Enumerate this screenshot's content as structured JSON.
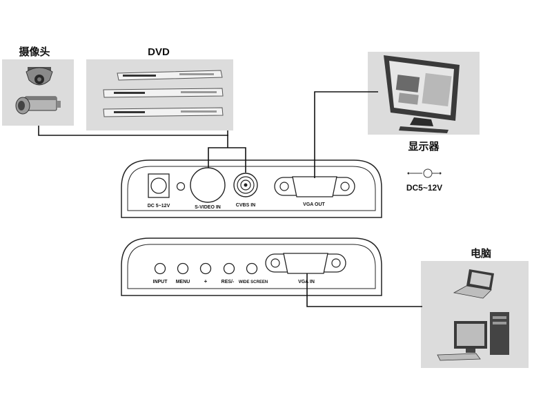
{
  "sources": {
    "camera_label": "摄像头",
    "dvd_label": "DVD"
  },
  "monitor": {
    "label": "显示器",
    "power_label": "DC5~12V"
  },
  "computer": {
    "label": "电脑"
  },
  "back_panel": {
    "dc_label": "DC 5~12V",
    "svideo_label": "S-VIDEO IN",
    "cvbs_label": "CVBS IN",
    "vga_out_label": "VGA OUT"
  },
  "front_panel": {
    "buttons": [
      "INPUT",
      "MENU",
      "+",
      "RES/-",
      "WIDE SCREEN"
    ],
    "vga_in_label": "VGA IN"
  }
}
